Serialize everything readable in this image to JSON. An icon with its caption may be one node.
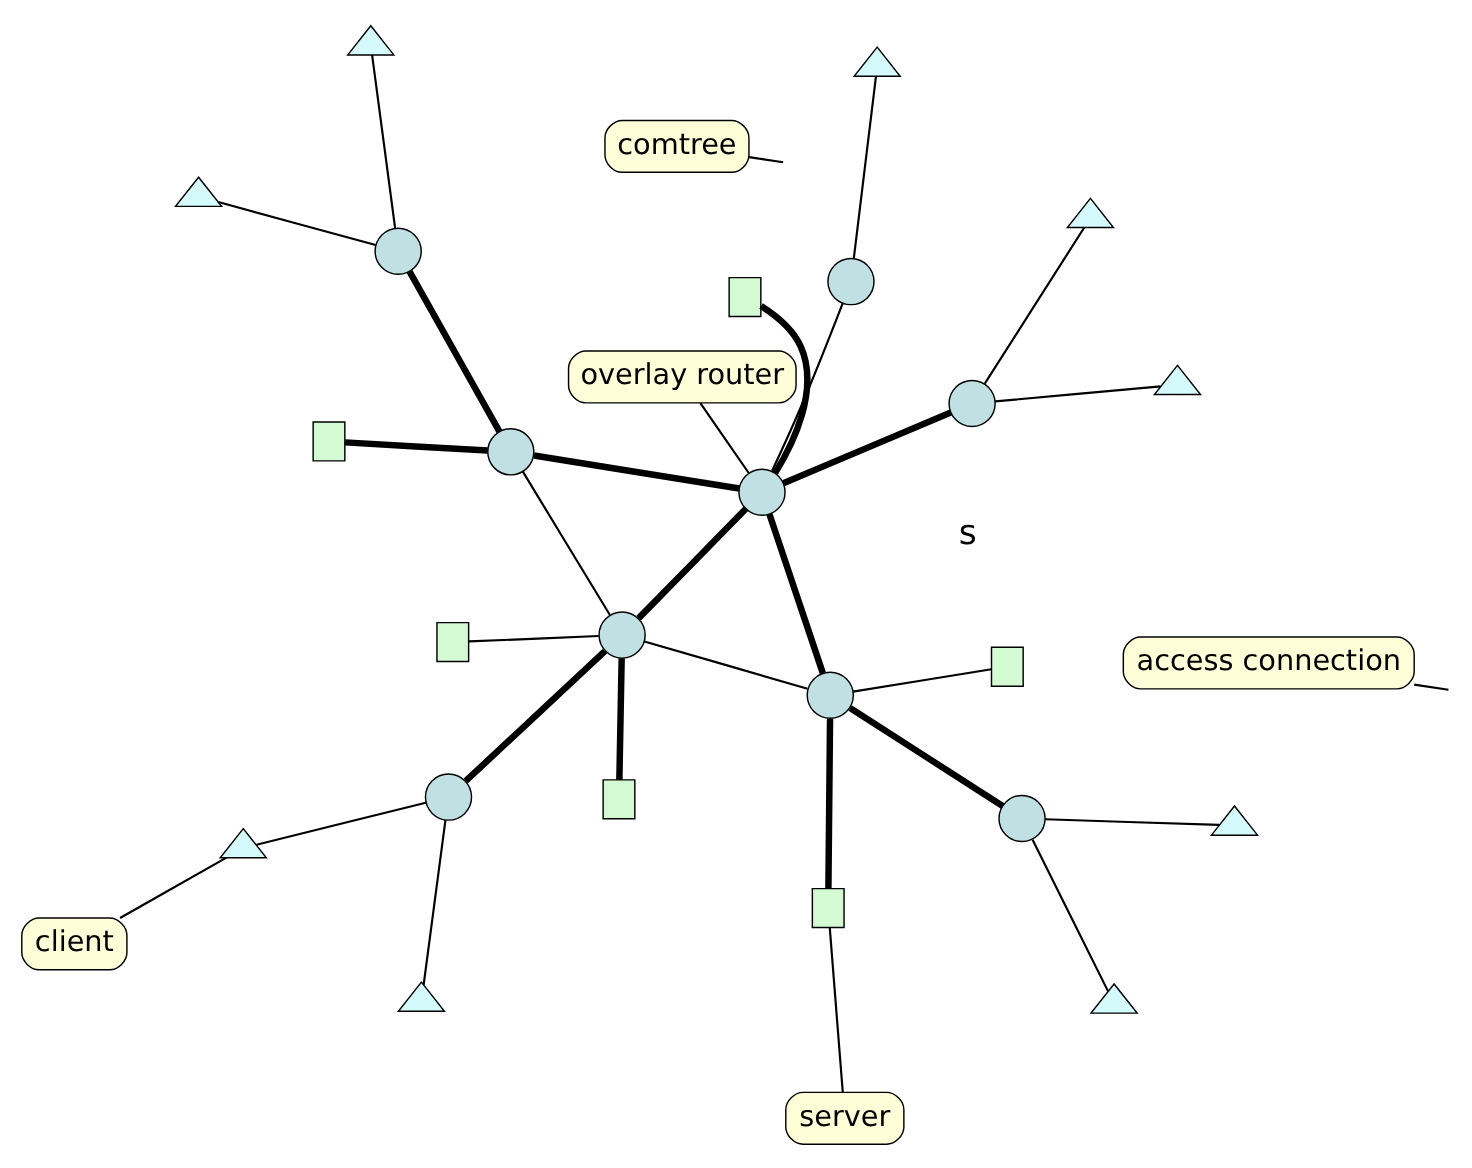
{
  "diagram": {
    "nodes": [
      {
        "text": [
          "client"
        ]
      },
      {
        "text": [],
        "shape": "triangle"
      },
      {
        "text": [],
        "shape": "triangle"
      },
      {
        "text": [
          "access connection"
        ]
      },
      {
        "text": [],
        "shape": "circle"
      },
      {
        "text": [],
        "shape": "box"
      },
      {
        "text": [],
        "shape": "box"
      },
      {
        "text": [
          "server"
        ]
      },
      {
        "text": [],
        "shape": "circle"
      },
      {
        "text": [],
        "shape": "triangle"
      },
      {
        "text": [],
        "shape": "box"
      },
      {
        "text": [],
        "shape": "circle"
      },
      {
        "text": [],
        "shape": "box"
      },
      {
        "text": [],
        "shape": "circle"
      },
      {
        "text": [],
        "shape": "triangle"
      },
      {
        "text": [],
        "shape": "triangle"
      },
      {
        "text": [],
        "shape": "circle"
      },
      {
        "text": [],
        "shape": "box"
      },
      {
        "text": [],
        "shape": "circle"
      },
      {
        "text": [],
        "shape": "circle"
      },
      {
        "text": [],
        "shape": "box"
      },
      {
        "text": [
          "overlay router"
        ]
      },
      {
        "text": [],
        "shape": "triangle"
      },
      {
        "text": [],
        "shape": "circle"
      },
      {
        "text": [
          "comtree"
        ]
      },
      {
        "text": [],
        "shape": "circle"
      },
      {
        "text": [],
        "shape": "triangle"
      },
      {
        "text": [],
        "shape": "triangle"
      },
      {
        "text": [],
        "shape": "triangle"
      }
    ],
    "edges": [
      {
        "from": 4,
        "to": 2,
        "arrow": "none"
      },
      {
        "from": 4,
        "to": 1,
        "arrow": "none"
      },
      {
        "from": 4,
        "to": 8,
        "arrow": "none",
        "style": "thick"
      },
      {
        "from": 5,
        "to": 8,
        "arrow": "none",
        "style": "thick"
      },
      {
        "from": 8,
        "to": 6,
        "arrow": "none"
      },
      {
        "from": 8,
        "to": 16,
        "arrow": "none"
      },
      {
        "from": 8,
        "to": 13,
        "arrow": "none"
      },
      {
        "from": 8,
        "to": 19,
        "arrow": "none",
        "style": "thick"
      },
      {
        "from": 10,
        "to": 13,
        "arrow": "none",
        "style": "thick"
      },
      {
        "from": 13,
        "to": 11,
        "arrow": "none",
        "style": "thick"
      },
      {
        "from": 13,
        "to": 17,
        "arrow": "none"
      },
      {
        "from": 13,
        "to": 19,
        "arrow": "none",
        "style": "thick"
      },
      {
        "from": 11,
        "to": 9,
        "arrow": "none"
      },
      {
        "from": 11,
        "to": 14,
        "arrow": "none"
      },
      {
        "from": 12,
        "to": 16,
        "arrow": "none",
        "style": "thick"
      },
      {
        "from": 18,
        "to": 16,
        "arrow": "none",
        "style": "thick"
      },
      {
        "from": 16,
        "to": 19,
        "arrow": "none",
        "style": "thick"
      },
      {
        "from": 18,
        "to": 15,
        "arrow": "none"
      },
      {
        "from": 18,
        "to": 22,
        "arrow": "none"
      },
      {
        "from": 19,
        "to": 20,
        "arrow": "none",
        "style": "thick"
      },
      {
        "from": 19,
        "to": 25,
        "arrow": "none",
        "style": "thick"
      },
      {
        "from": 19,
        "to": 23,
        "arrow": "none"
      },
      {
        "from": 23,
        "to": 26,
        "arrow": "none"
      },
      {
        "from": 25,
        "to": 27,
        "arrow": "none"
      },
      {
        "from": 25,
        "to": 28,
        "arrow": "none"
      },
      {
        "from": 0,
        "to": 1,
        "arrow": "none"
      },
      {
        "from": 3,
        "to": null,
        "arrow": "none"
      },
      {
        "from": 7,
        "to": 10,
        "arrow": "none"
      },
      {
        "from": 21,
        "to": 19,
        "arrow": "none"
      },
      {
        "from": 24,
        "to": null,
        "arrow": "none"
      }
    ],
    "labels": [
      "s"
    ]
  }
}
